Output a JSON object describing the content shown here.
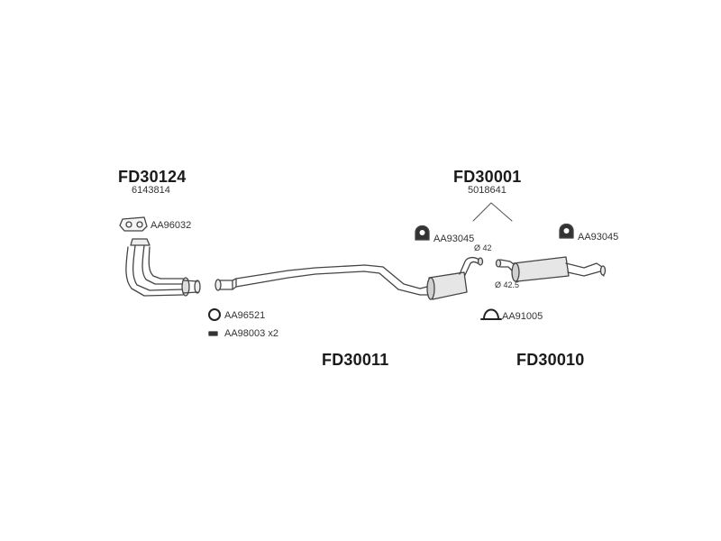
{
  "assemblies": {
    "front": {
      "code": "FD30124",
      "ref": "6143814"
    },
    "middle": {
      "code": "FD30011"
    },
    "rear_group": {
      "code": "FD30001",
      "ref": "5018641"
    },
    "rear": {
      "code": "FD30010"
    }
  },
  "parts": {
    "gasket": "AA96032",
    "ring": "AA96521",
    "bolt": "AA98003 x2",
    "hanger_left": "AA93045",
    "hanger_right": "AA93045",
    "clamp": "AA91005"
  },
  "dimensions": {
    "pipe_diameter_a": "Ø 42",
    "pipe_diameter_b": "Ø 42.5"
  }
}
